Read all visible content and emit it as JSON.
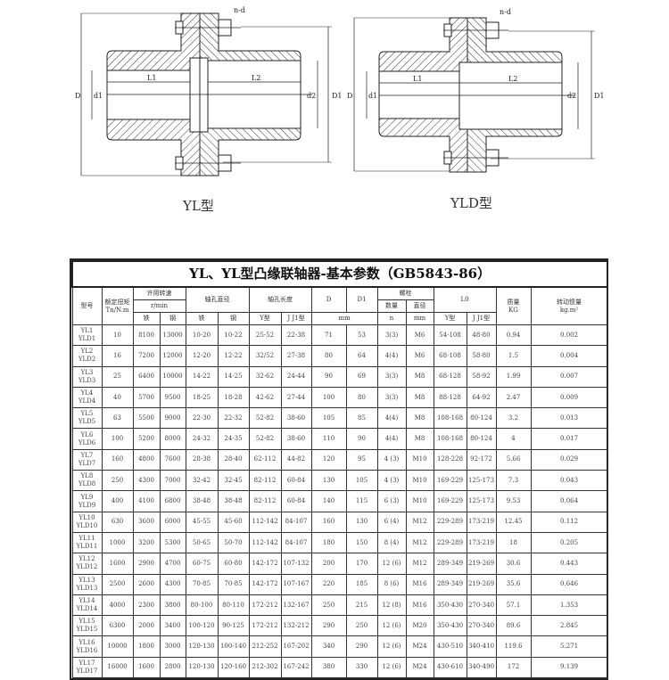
{
  "drawings": {
    "yl": {
      "caption": "YL型",
      "labels": {
        "L1": "L1",
        "L2": "L2",
        "D": "D",
        "D1": "D1",
        "d1": "d1",
        "d2": "d2",
        "bolt": "n-d"
      }
    },
    "yld": {
      "caption": "YLD型",
      "labels": {
        "L1": "L1",
        "L2": "L2",
        "D": "D",
        "D1": "D1",
        "d1": "d1",
        "d2": "d2",
        "bolt": "n-d"
      }
    }
  },
  "table": {
    "title": "YL、YL型凸缘联轴器-基本参数（GB5843-86）",
    "headers": {
      "model": "型号",
      "torque": "额定扭矩",
      "torque_unit": "Tn/N.m",
      "speed": "许用转速",
      "speed_unit": "r/min",
      "iron": "铁",
      "steel": "钢",
      "bore_dia": "轴孔直径",
      "bore_len": "轴孔长度",
      "y_type": "Y型",
      "jj1_type": "J J1型",
      "D": "D",
      "D1": "D1",
      "mm": "mm",
      "bolt": "螺栓",
      "qty": "数量",
      "dia": "直径",
      "n": "n",
      "L0": "L0",
      "mass": "质量",
      "mass_unit": "KG",
      "inertia": "转动惯量",
      "inertia_unit": "kg.m²"
    },
    "rows": [
      [
        "YL1\nYLD1",
        "10",
        "8100",
        "13000",
        "10-20",
        "10-22",
        "25-52",
        "22-38",
        "71",
        "53",
        "3(3)",
        "M6",
        "54-108",
        "48-80",
        "0.94",
        "0.002"
      ],
      [
        "YL2\nYLD2",
        "16",
        "7200",
        "12000",
        "12-20",
        "12-22",
        "32/52",
        "27-38",
        "80",
        "64",
        "4(4)",
        "M6",
        "68-108",
        "58-80",
        "1.5",
        "0.004"
      ],
      [
        "YL3\nYLD3",
        "25",
        "6400",
        "10000",
        "14-22",
        "14-25",
        "32-62",
        "24-44",
        "90",
        "69",
        "3(3)",
        "M8",
        "68-128",
        "58-92",
        "1.99",
        "0.007"
      ],
      [
        "YL4\nYLD4",
        "40",
        "5700",
        "9500",
        "18-25",
        "18-28",
        "42-62",
        "27-44",
        "100",
        "80",
        "3(3)",
        "M8",
        "88-128",
        "64-92",
        "2.47",
        "0.009"
      ],
      [
        "YL5\nYLD5",
        "63",
        "5500",
        "9000",
        "22-30",
        "22-32",
        "52-82",
        "38-60",
        "105",
        "85",
        "4(4)",
        "M8",
        "108-168",
        "80-124",
        "3.2",
        "0.013"
      ],
      [
        "YL6\nYLD6",
        "100",
        "5200",
        "8000",
        "24-32",
        "24-35",
        "52-82",
        "38-60",
        "110",
        "90",
        "4(4)",
        "M8",
        "108-168",
        "80-124",
        "4",
        "0.017"
      ],
      [
        "YL7\nYLD7",
        "160",
        "4800",
        "7600",
        "28-38",
        "28-40",
        "62-112",
        "44-82",
        "120",
        "95",
        "4 (3)",
        "M10",
        "128-228",
        "92-172",
        "5.66",
        "0.029"
      ],
      [
        "YL8\nYLD8",
        "250",
        "4300",
        "7000",
        "32-42",
        "32-45",
        "82-112",
        "60-84",
        "130",
        "105",
        "4 (3)",
        "M10",
        "169-229",
        "125-173",
        "7.3",
        "0.043"
      ],
      [
        "YL9\nYLD9",
        "400",
        "4100",
        "6800",
        "38-48",
        "38-48",
        "82-112",
        "60-84",
        "140",
        "115",
        "6 (3)",
        "M10",
        "169-229",
        "125-173",
        "9.53",
        "0.064"
      ],
      [
        "YL10\nYLD10",
        "630",
        "3600",
        "6000",
        "45-55",
        "45-60",
        "112-142",
        "84-107",
        "160",
        "130",
        "6 (4)",
        "M12",
        "229-289",
        "173-219",
        "12.45",
        "0.112"
      ],
      [
        "YL11\nYLD11",
        "1000",
        "3200",
        "5300",
        "50-65",
        "50-70",
        "112-142",
        "84-107",
        "180",
        "150",
        "8 (4)",
        "M12",
        "229-289",
        "173-219",
        "18",
        "0.205"
      ],
      [
        "YL12\nYLD12",
        "1600",
        "2900",
        "4700",
        "60-75",
        "60-80",
        "142-172",
        "107-132",
        "200",
        "170",
        "12 (6)",
        "M12",
        "289-349",
        "219-269",
        "30.6",
        "0.443"
      ],
      [
        "YL13\nYLD13",
        "2500",
        "2600",
        "4300",
        "70-85",
        "70-85",
        "142-172",
        "107-167",
        "220",
        "185",
        "8 (6)",
        "M16",
        "289-349",
        "219-269",
        "35.6",
        "0.646"
      ],
      [
        "YL14\nYLD14",
        "4000",
        "2300",
        "3800",
        "80-100",
        "80-110",
        "172-212",
        "132-167",
        "250",
        "215",
        "12 (8)",
        "M16",
        "350-430",
        "270-340",
        "57.1",
        "1.353"
      ],
      [
        "YL15\nYLD15",
        "6300",
        "2000",
        "3400",
        "100-120",
        "90-125",
        "172-212",
        "132-212",
        "290",
        "250",
        "12 (6)",
        "M20",
        "350-430",
        "270-340",
        "89.6",
        "2.845"
      ],
      [
        "YL16\nYLD16",
        "10000",
        "1800",
        "3000",
        "120-130",
        "100-140",
        "212-252",
        "167-202",
        "340",
        "290",
        "12 (6)",
        "M24",
        "430-510",
        "340-410",
        "119.6",
        "5.271"
      ],
      [
        "YL17\nYLD17",
        "16000",
        "1600",
        "2800",
        "120-130",
        "120-160",
        "212-302",
        "167-242",
        "380",
        "330",
        "12 (6)",
        "M24",
        "430-610",
        "340-490",
        "172",
        "9.139"
      ]
    ]
  }
}
